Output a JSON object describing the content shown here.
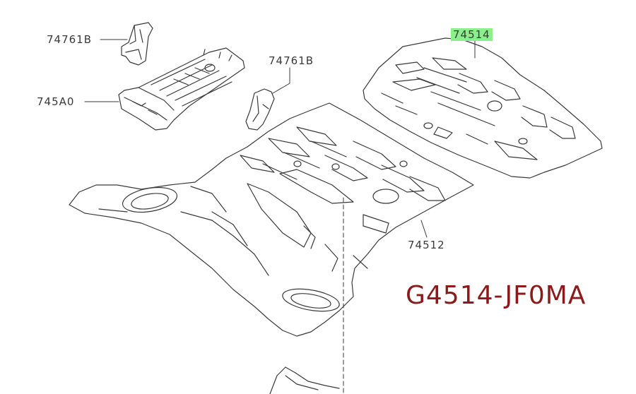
{
  "callouts": {
    "bracket_upper_left": "74761B",
    "reinforcement": "745A0",
    "bracket_center": "74761B",
    "rear_floor_panel": "74514",
    "front_floor_panel": "74512"
  },
  "part_number": "G4514-JF0MA",
  "colors": {
    "highlight": "#8bf08b",
    "part_number": "#8b1a1a",
    "line": "#3a3a3a"
  }
}
